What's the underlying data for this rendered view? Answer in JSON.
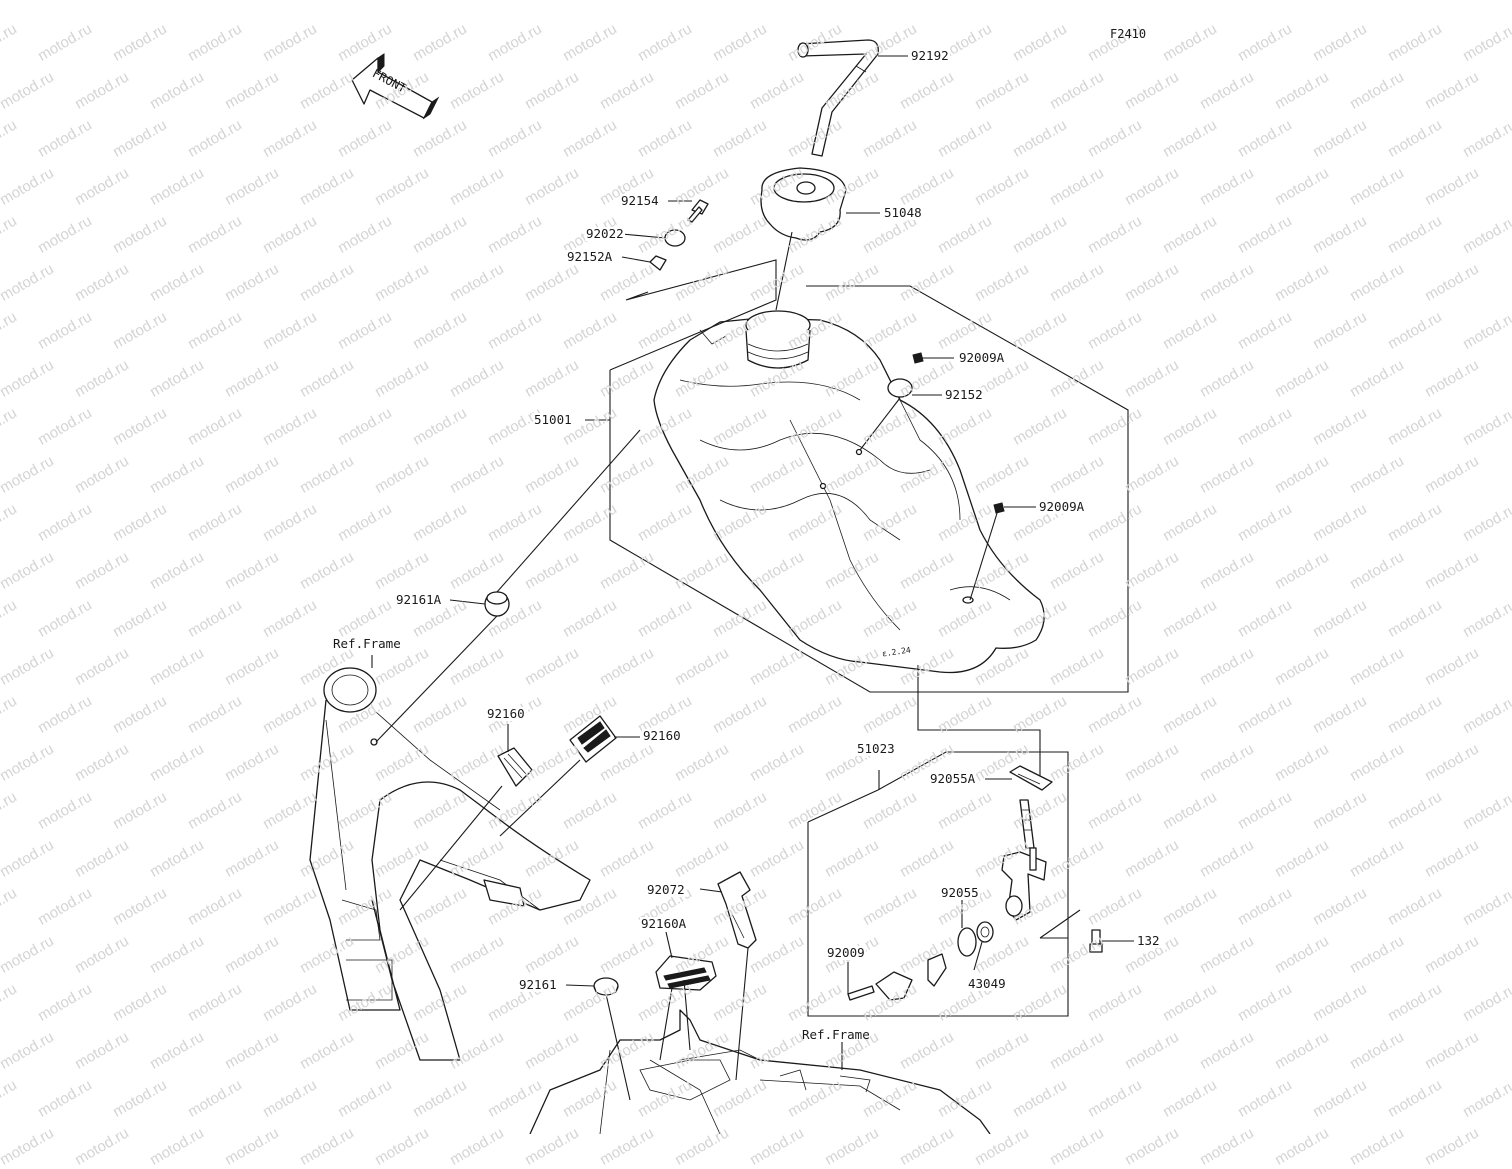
{
  "diagram_code": "F2410",
  "watermark_text": "motod.ru",
  "orientation_arrow": {
    "label": "FRONT"
  },
  "ref_labels": {
    "frame_upper": "Ref.Frame",
    "frame_lower": "Ref.Frame"
  },
  "callouts": {
    "hose_92192": "92192",
    "cap_51048": "51048",
    "bolt_92154": "92154",
    "washer_92022": "92022",
    "collar_92152A": "92152A",
    "tank_51001": "51001",
    "bolt_92009A_top": "92009A",
    "damper_92152": "92152",
    "bolt_92009A_rear": "92009A",
    "damper_92161A": "92161A",
    "pad_92160_left": "92160",
    "pad_92160_right": "92160",
    "cock_assy_51023": "51023",
    "gasket_92055A": "92055A",
    "oring_92055": "92055",
    "bolt_92009_cock": "92009",
    "filter_43049": "43049",
    "band_92072": "92072",
    "pad_92160A": "92160A",
    "damper_92161": "92161",
    "bolt_132": "132"
  }
}
